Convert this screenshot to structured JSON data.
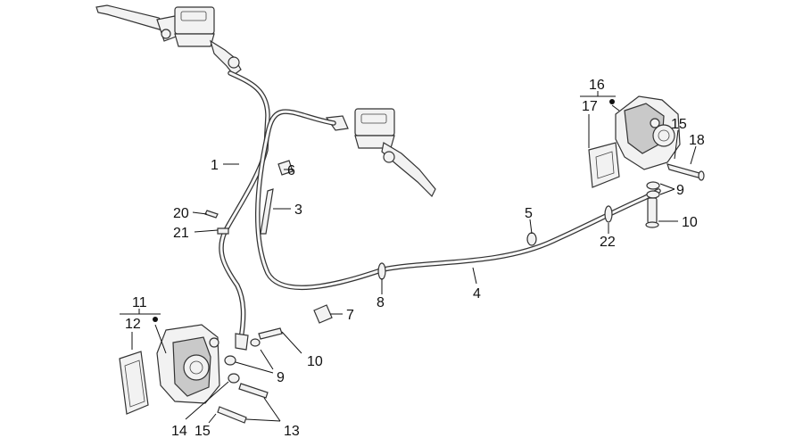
{
  "callouts": {
    "c1": "1",
    "c3": "3",
    "c4": "4",
    "c5": "5",
    "c6": "6",
    "c7": "7",
    "c8": "8",
    "c9a": "9",
    "c9b": "9",
    "c10a": "10",
    "c10b": "10",
    "c11": "11",
    "c12": "12",
    "c13": "13",
    "c14": "14",
    "c15a": "15",
    "c15b": "15",
    "c16": "16",
    "c17": "17",
    "c18": "18",
    "c20": "20",
    "c21": "21",
    "c22": "22"
  }
}
